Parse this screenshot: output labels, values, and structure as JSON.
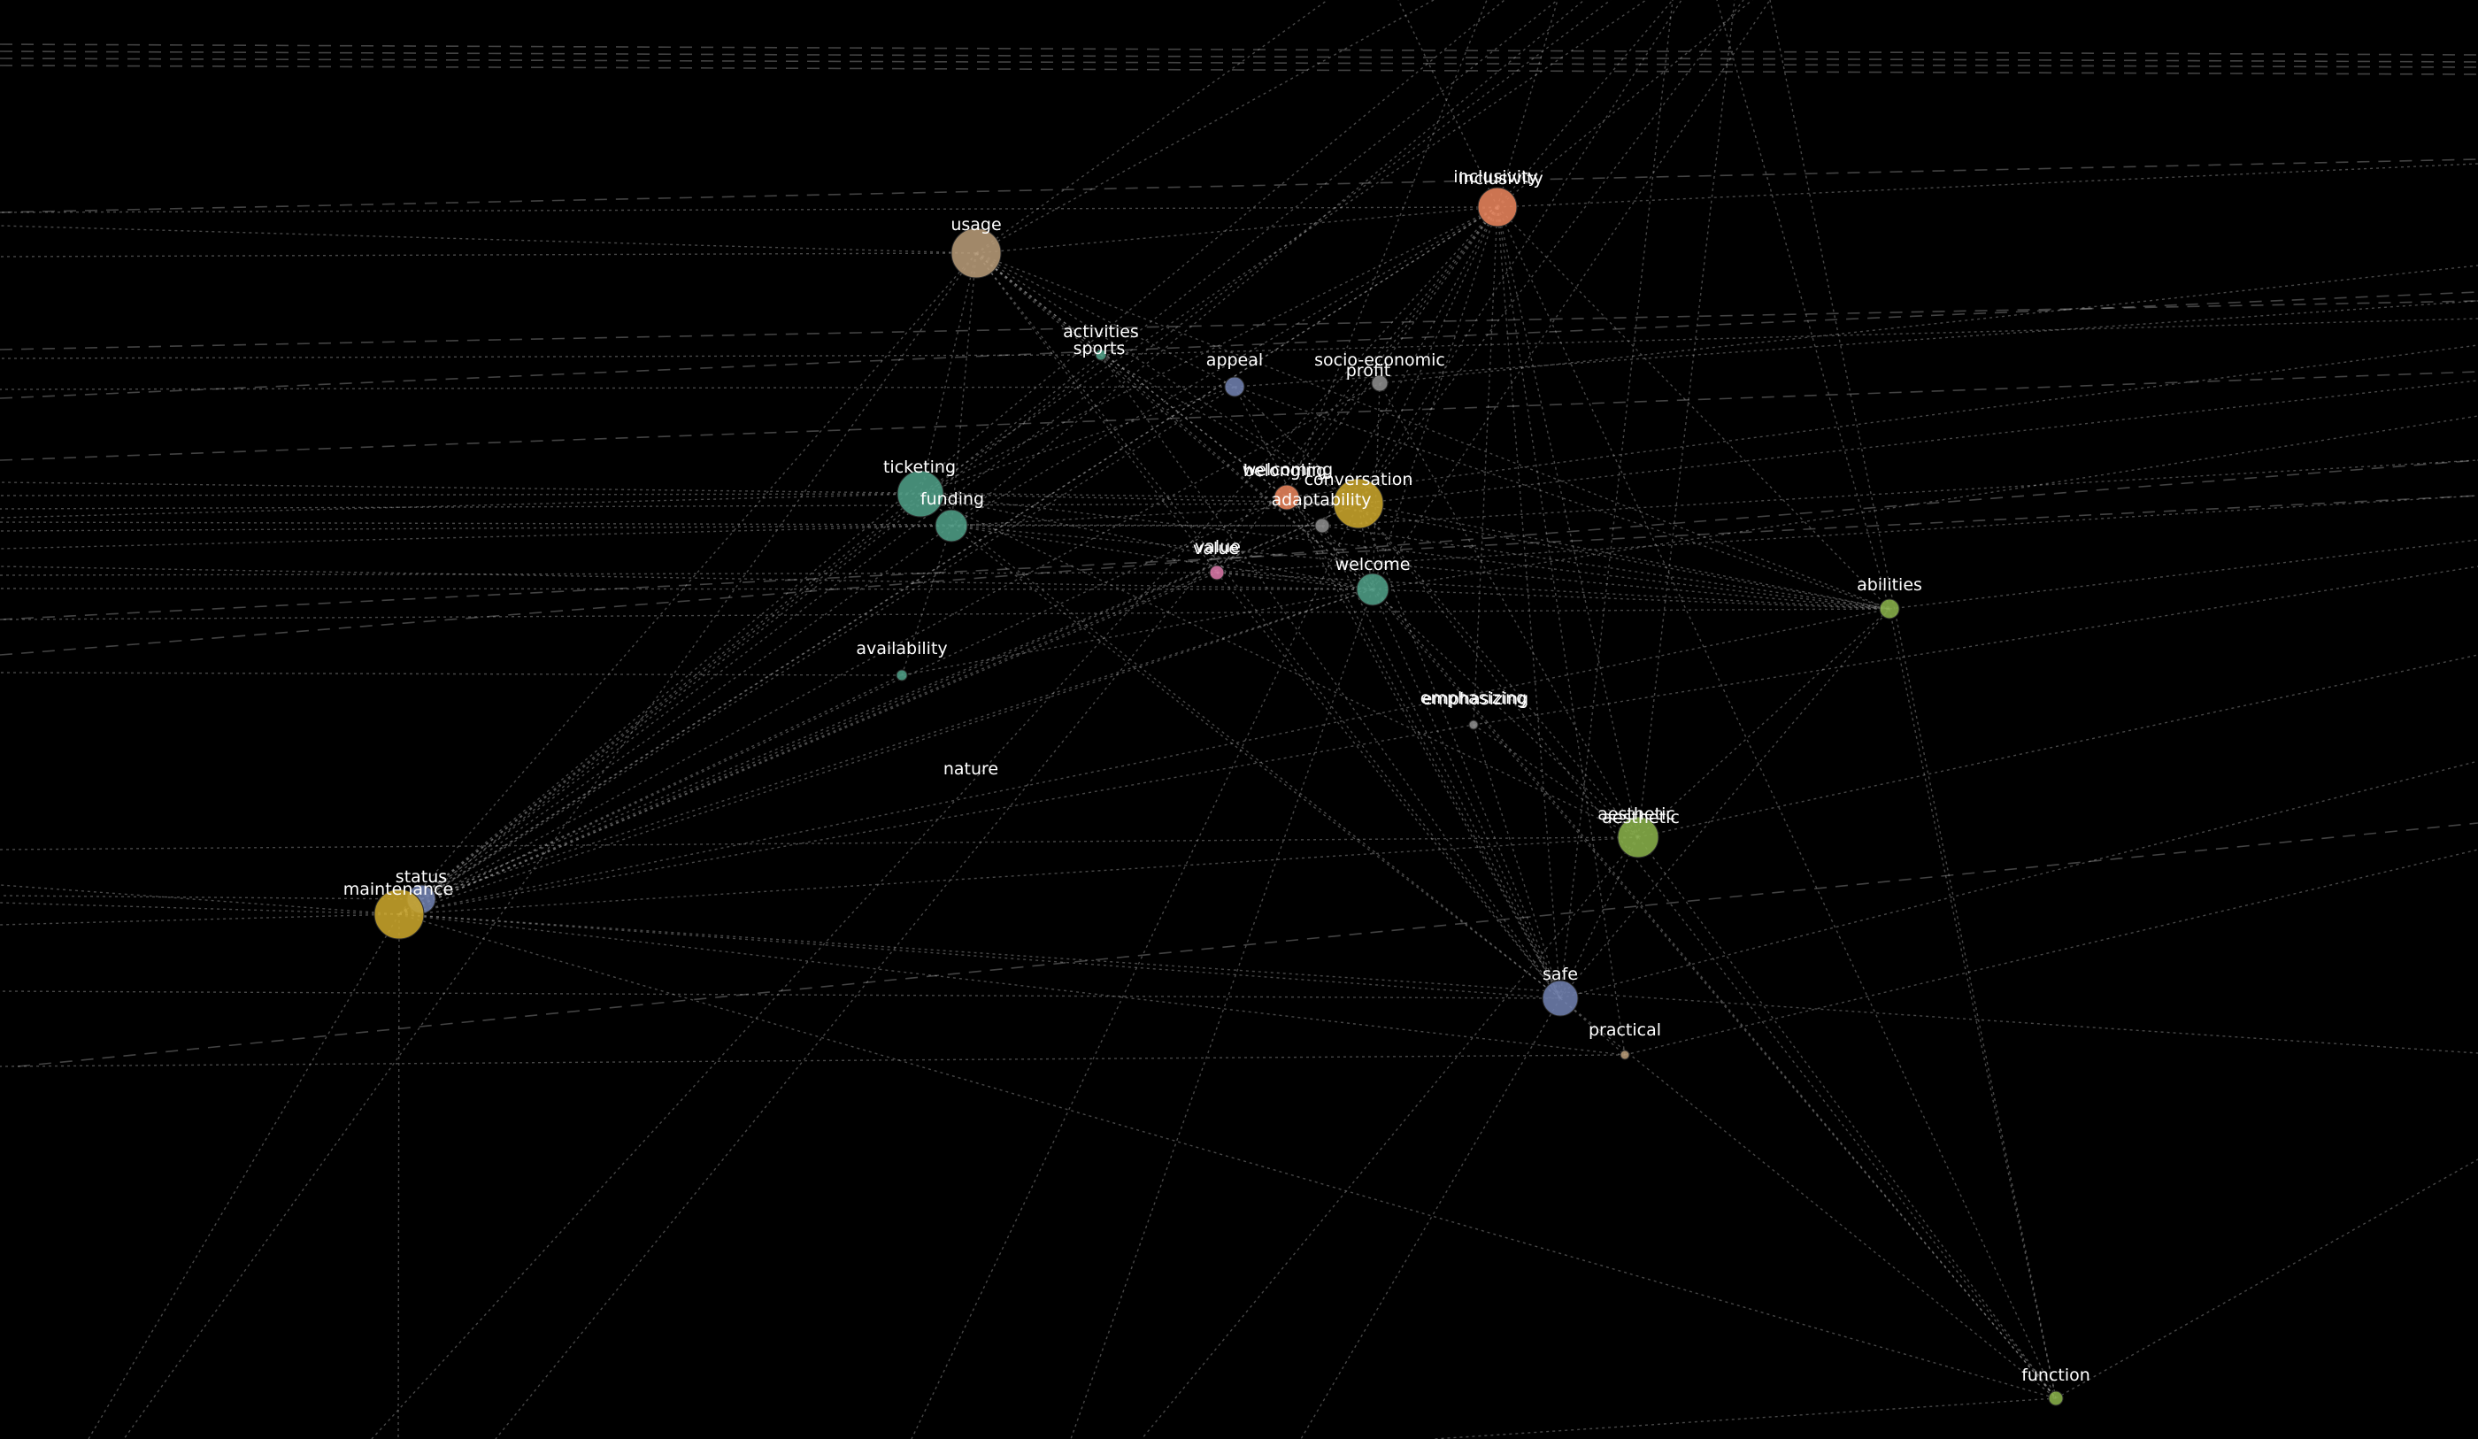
{
  "palette": {
    "background": "#000000",
    "edge": "#bdbdbd"
  },
  "nodes": [
    {
      "id": "inclusivity",
      "label": "inclusivity",
      "color": "#e8845c"
    },
    {
      "id": "inclusivity-2",
      "label": "inclusivity",
      "color": "#e8845c"
    },
    {
      "id": "usage",
      "label": "usage",
      "color": "#b79b78"
    },
    {
      "id": "activities",
      "label": "activities",
      "color": "#4f9e86"
    },
    {
      "id": "sports",
      "label": "sports",
      "color": "#4f9e86"
    },
    {
      "id": "appeal",
      "label": "appeal",
      "color": "#6f7fae"
    },
    {
      "id": "socio-economic",
      "label": "socio-economic",
      "color": "#8c8c8c"
    },
    {
      "id": "profit",
      "label": "profit",
      "color": "#8c8c8c"
    },
    {
      "id": "ticketing",
      "label": "ticketing",
      "color": "#4f9e86"
    },
    {
      "id": "funding",
      "label": "funding",
      "color": "#4f9e86"
    },
    {
      "id": "belonging",
      "label": "belonging",
      "color": "#e8845c"
    },
    {
      "id": "welcoming",
      "label": "welcoming",
      "color": "#e8845c"
    },
    {
      "id": "conversation",
      "label": "conversation",
      "color": "#c9a52b"
    },
    {
      "id": "adaptability",
      "label": "adaptability",
      "color": "#8c8c8c"
    },
    {
      "id": "value",
      "label": "value",
      "color": "#d979a9"
    },
    {
      "id": "value-2",
      "label": "value",
      "color": "#d979a9"
    },
    {
      "id": "welcome",
      "label": "welcome",
      "color": "#4f9e86"
    },
    {
      "id": "abilities",
      "label": "abilities",
      "color": "#89b04a"
    },
    {
      "id": "availability",
      "label": "availability",
      "color": "#4f9e86"
    },
    {
      "id": "emphasizing",
      "label": "emphasizing",
      "color": "#8c8c8c"
    },
    {
      "id": "emphasizing-2",
      "label": "emphasizing",
      "color": "#8c8c8c"
    },
    {
      "id": "nature",
      "label": "nature",
      "color": "#4f9e86"
    },
    {
      "id": "aesthetic",
      "label": "aesthetic",
      "color": "#89b04a"
    },
    {
      "id": "aesthetic-2",
      "label": "aesthetic",
      "color": "#89b04a"
    },
    {
      "id": "status",
      "label": "status",
      "color": "#6f7fae"
    },
    {
      "id": "maintenance",
      "label": "maintenance",
      "color": "#c9a52b"
    },
    {
      "id": "safe",
      "label": "safe",
      "color": "#6f7fae"
    },
    {
      "id": "practical",
      "label": "practical",
      "color": "#b79b78"
    },
    {
      "id": "function",
      "label": "function",
      "color": "#89b04a"
    }
  ]
}
